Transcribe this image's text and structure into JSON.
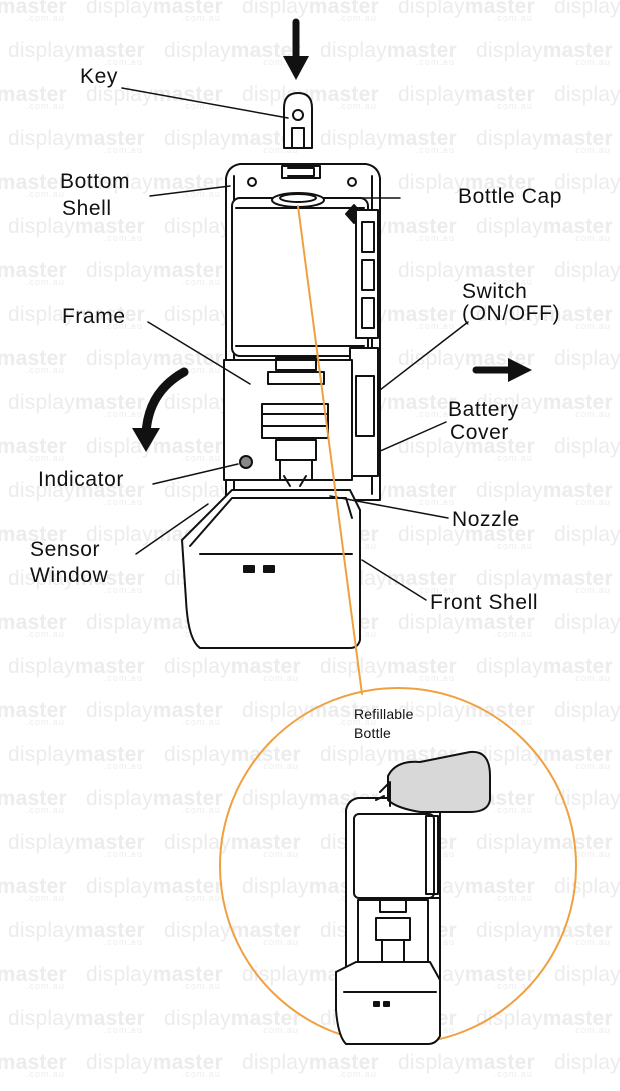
{
  "watermark": {
    "brand_light": "display",
    "brand_bold": "master",
    "sub": ".com.au",
    "color": "#ececec"
  },
  "labels": {
    "key": "Key",
    "bottom_shell_1": "Bottom",
    "bottom_shell_2": "Shell",
    "bottle_cap": "Bottle Cap",
    "switch_1": "Switch",
    "switch_2": "(ON/OFF)",
    "frame": "Frame",
    "battery_1": "Battery",
    "battery_2": "Cover",
    "indicator": "Indicator",
    "nozzle": "Nozzle",
    "sensor_1": "Sensor",
    "sensor_2": "Window",
    "front_shell": "Front Shell",
    "refill_1": "Refillable",
    "refill_2": "Bottle"
  },
  "colors": {
    "line": "#111111",
    "accent_orange": "#f0a040",
    "fill_dark": "#5a5a5a"
  }
}
